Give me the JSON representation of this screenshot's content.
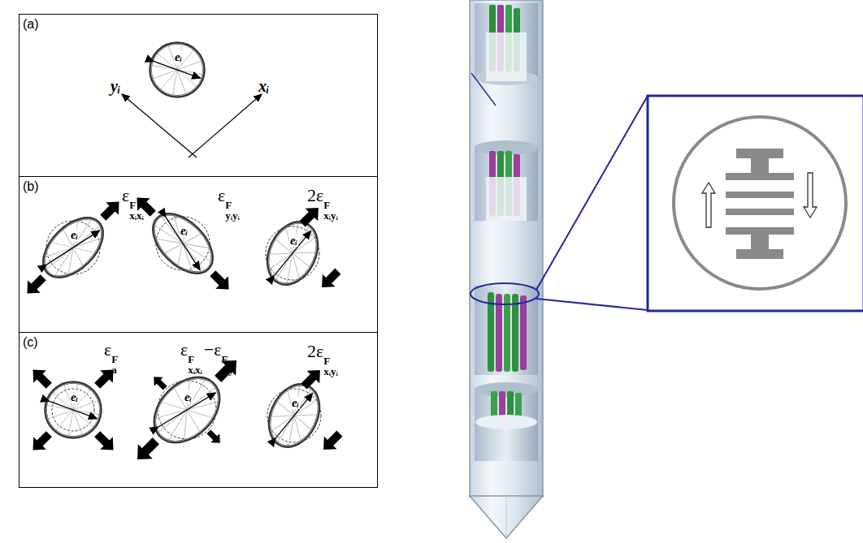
{
  "diagram": {
    "nodes": [
      {
        "text": [
          "(a)"
        ]
      },
      {
        "text": [
          "(b)"
        ]
      },
      {
        "text": [
          "(c)"
        ]
      },
      {
        "text": [
          "eᵢ"
        ],
        "in": 0
      },
      {
        "text": [
          "eᵢ"
        ],
        "in": 1
      },
      {
        "text": [
          "eᵢ"
        ],
        "in": 1
      },
      {
        "text": [
          "eᵢ"
        ],
        "in": 1
      },
      {
        "text": [
          "eᵢ"
        ],
        "in": 2
      },
      {
        "text": [
          "eᵢ"
        ],
        "in": 2
      },
      {
        "text": [
          "eᵢ"
        ],
        "in": 2
      }
    ],
    "labels": [
      "yᵢ",
      "xᵢ",
      "ε",
      "F",
      "xᵢxᵢ",
      "ε",
      "F",
      "yᵢyᵢ",
      "2ε",
      "F",
      "xᵢyᵢ",
      "ε",
      "F",
      "a",
      "ε",
      "F",
      "xᵢxᵢ",
      "−ε",
      "F",
      "yᵢyᵢ",
      "2ε",
      "F",
      "xᵢyᵢ"
    ]
  }
}
